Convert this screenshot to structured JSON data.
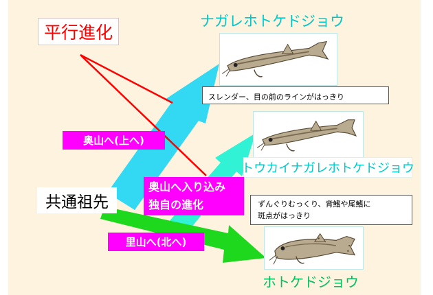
{
  "title": "平行進化",
  "ancestor": "共通祖先",
  "routes": {
    "okuyama": "奥山へ(上へ)",
    "satoyama": "里山へ(北へ)",
    "dokuji_line1": "奥山へ入り込み",
    "dokuji_line2": "独自の進化"
  },
  "species": {
    "nagare": {
      "name": "ナガレホトケドジョウ",
      "description": "スレンダー、目の前のラインがはっきり"
    },
    "tokai": {
      "name": "トウカイナガレホトケドジョウ"
    },
    "hotoke": {
      "name": "ホトケドジョウ",
      "description_line1": "ずんぐりむっくり、背鰭や尾鰭に",
      "description_line2": "斑点がはっきり"
    }
  },
  "colors": {
    "background": "#fdf3df",
    "arrow_cyan": "#33d8f3",
    "arrow_aqua": "#32f2d5",
    "arrow_green": "#1ed81e",
    "label_magenta": "#ff00ff",
    "title_red": "#ff0000",
    "species_cyan": "#00c8c8",
    "species_green": "#00c060",
    "fish_body": "#b9ab8f",
    "fish_stripe": "#7b6b53"
  }
}
